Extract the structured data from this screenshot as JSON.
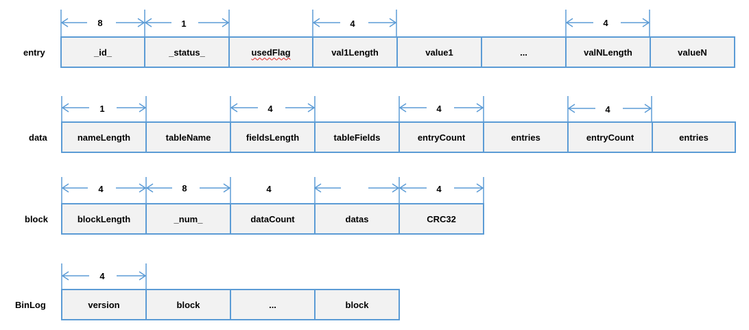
{
  "rows": [
    {
      "label": "entry",
      "fields": [
        "_id_",
        "_status_",
        "usedFlag",
        "val1Length",
        "value1",
        "...",
        "valNLength",
        "valueN"
      ],
      "sizes": [
        "8",
        "1",
        "4",
        "4"
      ]
    },
    {
      "label": "data",
      "fields": [
        "nameLength",
        "tableName",
        "fieldsLength",
        "tableFields",
        "entryCount",
        "entries",
        "entryCount",
        "entries"
      ],
      "sizes": [
        "1",
        "4",
        "4",
        "4"
      ]
    },
    {
      "label": "block",
      "fields": [
        "blockLength",
        "_num_",
        "dataCount",
        "datas",
        "CRC32"
      ],
      "sizes": [
        "4",
        "8",
        "4",
        "4"
      ]
    },
    {
      "label": "BinLog",
      "fields": [
        "version",
        "block",
        "...",
        "block"
      ],
      "sizes": [
        "4"
      ]
    }
  ],
  "colors": {
    "border": "#5b9bd5",
    "fill": "#f2f2f2",
    "arrow": "#5b9bd5",
    "spellcheck": "#e02020"
  }
}
